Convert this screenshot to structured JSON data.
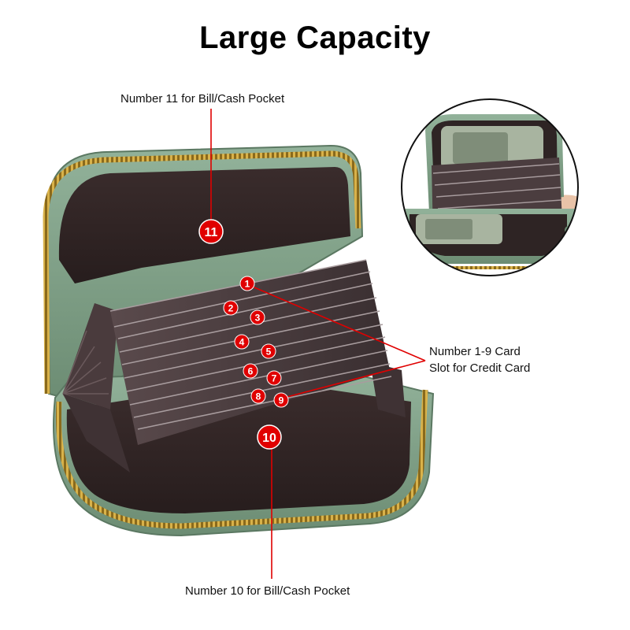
{
  "title": "Large Capacity",
  "labels": {
    "pocket_11": "Number 11 for Bill/Cash Pocket",
    "slots_line1": "Number 1-9 Card",
    "slots_line2": "Slot for Credit Card",
    "pocket_10": "Number 10 for Bill/Cash Pocket"
  },
  "badges": {
    "b1": "1",
    "b2": "2",
    "b3": "3",
    "b4": "4",
    "b5": "5",
    "b6": "6",
    "b7": "7",
    "b8": "8",
    "b9": "9",
    "b10": "10",
    "b11": "11"
  },
  "colors": {
    "accent_red": "#e00000",
    "leather_green": "#7f9f86",
    "zipper_gold": "#b8922e",
    "lining_dark": "#2e2222"
  }
}
